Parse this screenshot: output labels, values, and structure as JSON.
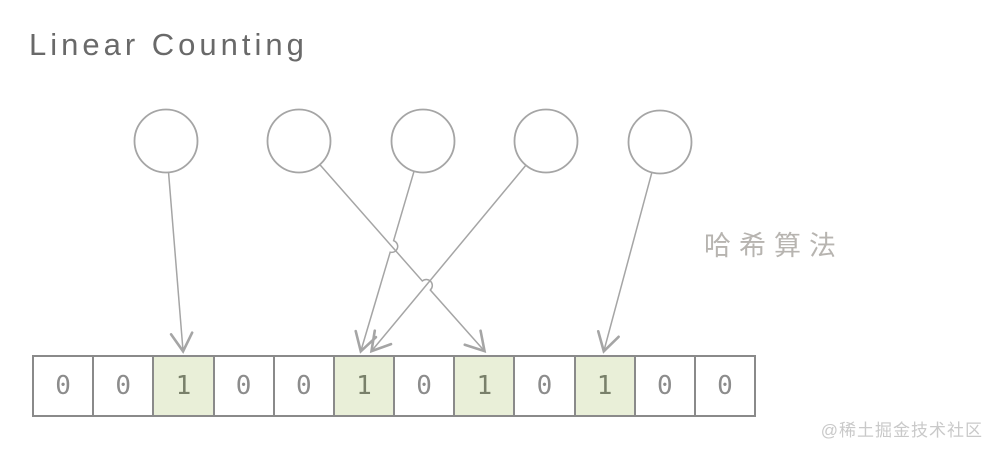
{
  "title": "Linear Counting",
  "hash_algorithm_label": "哈希算法",
  "watermark": "@稀土掘金技术社区",
  "bit_array": {
    "values": [
      "0",
      "0",
      "1",
      "0",
      "0",
      "1",
      "0",
      "1",
      "0",
      "1",
      "0",
      "0"
    ],
    "cells": [
      {
        "value": "0",
        "highlighted": false
      },
      {
        "value": "0",
        "highlighted": false
      },
      {
        "value": "1",
        "highlighted": true
      },
      {
        "value": "0",
        "highlighted": false
      },
      {
        "value": "0",
        "highlighted": false
      },
      {
        "value": "1",
        "highlighted": true
      },
      {
        "value": "0",
        "highlighted": false
      },
      {
        "value": "1",
        "highlighted": true
      },
      {
        "value": "0",
        "highlighted": false
      },
      {
        "value": "1",
        "highlighted": true
      },
      {
        "value": "0",
        "highlighted": false
      },
      {
        "value": "0",
        "highlighted": false
      }
    ]
  },
  "diagram": {
    "hash_input_count": 5,
    "mappings": [
      {
        "input": 1,
        "bucket_index": 2
      },
      {
        "input": 2,
        "bucket_index": 7
      },
      {
        "input": 3,
        "bucket_index": 5
      },
      {
        "input": 4,
        "bucket_index": 5
      },
      {
        "input": 5,
        "bucket_index": 9
      }
    ]
  },
  "colors": {
    "highlight_green": "#e9efd8",
    "line_gray": "#a5a5a5",
    "border_gray": "#8a8a8a",
    "title_gray": "#696969",
    "hash_label_gray": "#b7b4b0",
    "watermark_gray": "#c9c9c9"
  }
}
